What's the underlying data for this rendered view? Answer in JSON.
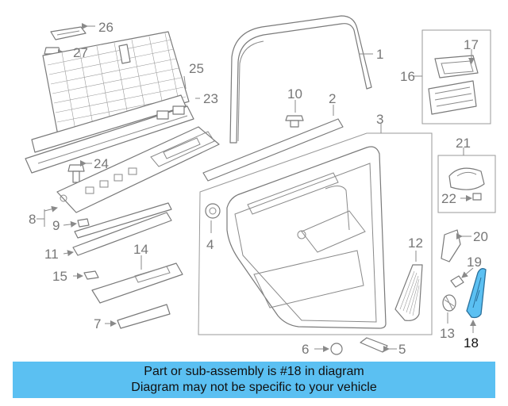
{
  "diagram": {
    "callouts": [
      "1",
      "2",
      "3",
      "4",
      "5",
      "6",
      "7",
      "8",
      "9",
      "10",
      "11",
      "12",
      "13",
      "14",
      "15",
      "16",
      "17",
      "18",
      "19",
      "20",
      "21",
      "22",
      "23",
      "24",
      "25",
      "26",
      "27"
    ],
    "highlighted_part": "18"
  },
  "colors": {
    "highlight": "#5bc0f2",
    "linework": "#7a7a7a",
    "banner": "#5bc0f2"
  },
  "banner": {
    "line1": "Part or sub-assembly is #18 in diagram",
    "line2": "Diagram may not be specific to your vehicle"
  }
}
